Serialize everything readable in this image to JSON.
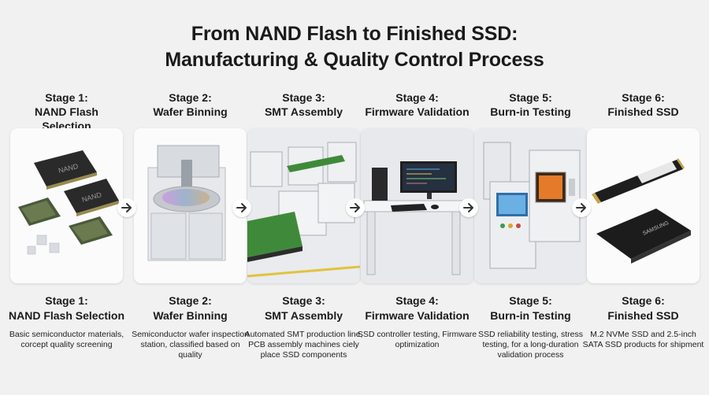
{
  "title": {
    "line1": "From NAND Flash to Finished SSD:",
    "line2": "Manufacturing & Quality Control Process"
  },
  "stages": [
    {
      "top_label_1": "Stage 1:",
      "top_label_2": "NAND Flash Selection",
      "bottom_label_1": "Stage 1:",
      "bottom_label_2": "NAND Flash Selection",
      "description": "Basic semiconductor materials, corcept quality screening",
      "chip_text": "NAND"
    },
    {
      "top_label_1": "Stage 2:",
      "top_label_2": "Wafer Binning",
      "bottom_label_1": "Stage 2:",
      "bottom_label_2": "Wafer Binning",
      "description": "Semiconductor wafer inspection station, classified based on quality"
    },
    {
      "top_label_1": "Stage 3:",
      "top_label_2": "SMT Assembly",
      "bottom_label_1": "Stage 3:",
      "bottom_label_2": "SMT Assembly",
      "description": "Automated SMT production line, PCB assembly machines ciely place SSD components"
    },
    {
      "top_label_1": "Stage 4:",
      "top_label_2": "Firmware Validation",
      "bottom_label_1": "Stage 4:",
      "bottom_label_2": "Firmware Validation",
      "description": "SSD controller testing, Firmware optimization"
    },
    {
      "top_label_1": "Stage 5:",
      "top_label_2": "Burn-in Testing",
      "bottom_label_1": "Stage 5:",
      "bottom_label_2": "Burn-in Testing",
      "description": "SSD reliability testing, stress testing, for a long-duration validation process"
    },
    {
      "top_label_1": "Stage 6:",
      "top_label_2": "Finished SSD",
      "bottom_label_1": "Stage 6:",
      "bottom_label_2": "Finished SSD",
      "description": "M.2 NVMe SSD and 2.5-inch SATA SSD products for shipment",
      "ssd_brand": "SAMSUNG"
    }
  ],
  "colors": {
    "background": "#f1f1f1",
    "card": "#fbfbfb",
    "text": "#1a1a1a",
    "pcb_green": "#3f8a3a",
    "arrow": "#333333"
  },
  "icons": {
    "arrow": "arrow-right-icon"
  }
}
